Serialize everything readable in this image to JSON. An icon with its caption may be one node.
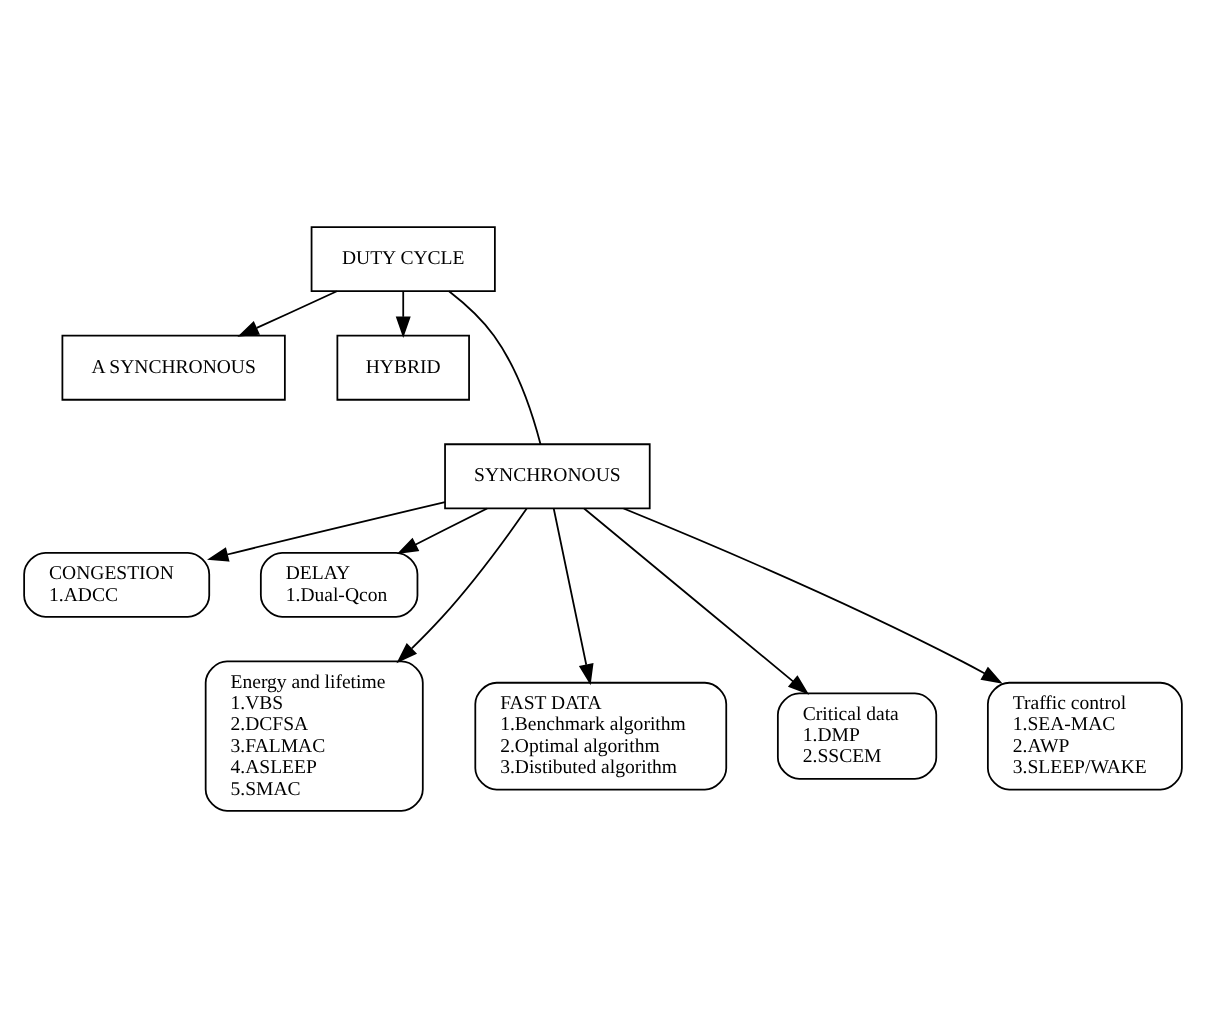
{
  "diagram": {
    "nodes": [
      {
        "text": [
          "DUTY CYCLE"
        ]
      },
      {
        "text": [
          "A SYNCHRONOUS"
        ]
      },
      {
        "text": [
          "HYBRID"
        ]
      },
      {
        "text": [
          "SYNCHRONOUS"
        ]
      },
      {
        "text": [
          "CONGESTION",
          "1.ADCC"
        ]
      },
      {
        "text": [
          "DELAY",
          "1.Dual-Qcon"
        ]
      },
      {
        "text": [
          "Energy and lifetime",
          "1.VBS",
          "2.DCFSA",
          "3.FALMAC",
          "4.ASLEEP",
          "5.SMAC"
        ]
      },
      {
        "text": [
          "FAST DATA",
          "1.Benchmark algorithm",
          "2.Optimal algorithm",
          "3.Distibuted algorithm"
        ]
      },
      {
        "text": [
          "Critical data",
          "1.DMP",
          "2.SSCEM"
        ]
      },
      {
        "text": [
          "Traffic control",
          "1.SEA-MAC",
          "2.AWP",
          "3.SLEEP/WAKE"
        ]
      }
    ],
    "edges": [
      {
        "from": 0,
        "to": 1,
        "arrow": "to"
      },
      {
        "from": 0,
        "to": 2,
        "arrow": "to"
      },
      {
        "from": 0,
        "to": 3,
        "arrow": "none"
      },
      {
        "from": 3,
        "to": 4,
        "arrow": "to"
      },
      {
        "from": 3,
        "to": 5,
        "arrow": "to"
      },
      {
        "from": 3,
        "to": 6,
        "arrow": "to"
      },
      {
        "from": 3,
        "to": 7,
        "arrow": "to"
      },
      {
        "from": 3,
        "to": 8,
        "arrow": "to"
      },
      {
        "from": 3,
        "to": 9,
        "arrow": "to"
      }
    ]
  }
}
